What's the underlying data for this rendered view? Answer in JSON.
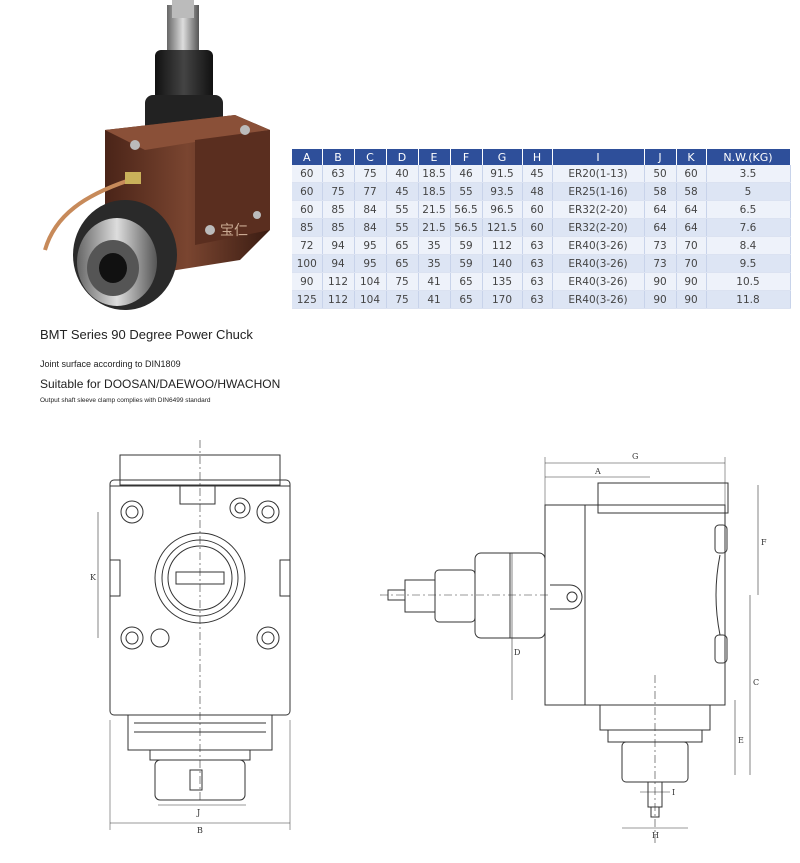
{
  "product": {
    "caption": "BMT Series 90 Degree Power Chuck",
    "line1": "Joint surface according to DIN1809",
    "line2": "Suitable for DOOSAN/DAEWOO/HWACHON",
    "line3": "Output shaft sleeve clamp complies with DIN6499 standard",
    "photo_text": "宝仁"
  },
  "spec_table": {
    "headers": [
      "A",
      "B",
      "C",
      "D",
      "E",
      "F",
      "G",
      "H",
      "I",
      "J",
      "K",
      "N.W.(KG)"
    ],
    "rows": [
      [
        "60",
        "63",
        "75",
        "40",
        "18.5",
        "46",
        "91.5",
        "45",
        "ER20(1-13)",
        "50",
        "60",
        "3.5"
      ],
      [
        "60",
        "75",
        "77",
        "45",
        "18.5",
        "55",
        "93.5",
        "48",
        "ER25(1-16)",
        "58",
        "58",
        "5"
      ],
      [
        "60",
        "85",
        "84",
        "55",
        "21.5",
        "56.5",
        "96.5",
        "60",
        "ER32(2-20)",
        "64",
        "64",
        "6.5"
      ],
      [
        "85",
        "85",
        "84",
        "55",
        "21.5",
        "56.5",
        "121.5",
        "60",
        "ER32(2-20)",
        "64",
        "64",
        "7.6"
      ],
      [
        "72",
        "94",
        "95",
        "65",
        "35",
        "59",
        "112",
        "63",
        "ER40(3-26)",
        "73",
        "70",
        "8.4"
      ],
      [
        "100",
        "94",
        "95",
        "65",
        "35",
        "59",
        "140",
        "63",
        "ER40(3-26)",
        "73",
        "70",
        "9.5"
      ],
      [
        "90",
        "112",
        "104",
        "75",
        "41",
        "65",
        "135",
        "63",
        "ER40(3-26)",
        "90",
        "90",
        "10.5"
      ],
      [
        "125",
        "112",
        "104",
        "75",
        "41",
        "65",
        "170",
        "63",
        "ER40(3-26)",
        "90",
        "90",
        "11.8"
      ]
    ]
  },
  "drawing_labels": {
    "front": {
      "K": "K",
      "J": "J",
      "B": "B"
    },
    "side": {
      "G": "G",
      "A": "A",
      "F": "F",
      "C": "C",
      "E": "E",
      "D": "D",
      "I": "I",
      "H": "H"
    }
  },
  "colors": {
    "table_header": "#2e4f9a",
    "row_light": "#eef2fa",
    "row_dark": "#dde5f4",
    "housing": "#6b3a2a"
  }
}
